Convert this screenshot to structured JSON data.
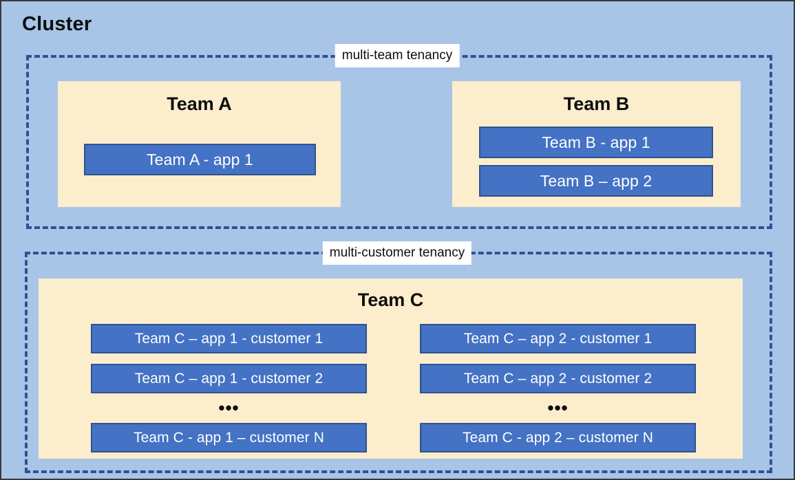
{
  "diagram": {
    "title": "Cluster",
    "background_color": "#a8c5e8",
    "tenancy_border_color": "#2e5290",
    "team_box_color": "#fcedcd",
    "app_box_color": "#4472c4",
    "app_box_border_color": "#2f528f"
  },
  "tenancies": [
    {
      "id": "multi-team",
      "label": "multi-team tenancy",
      "teams": [
        {
          "id": "team-a",
          "name": "Team A",
          "apps": [
            {
              "label": "Team A - app 1"
            }
          ]
        },
        {
          "id": "team-b",
          "name": "Team B",
          "apps": [
            {
              "label": "Team B - app 1"
            },
            {
              "label": "Team B – app 2"
            }
          ]
        }
      ]
    },
    {
      "id": "multi-customer",
      "label": "multi-customer tenancy",
      "teams": [
        {
          "id": "team-c",
          "name": "Team C",
          "columns": [
            {
              "id": "app-1",
              "apps": [
                {
                  "label": "Team C – app 1 - customer 1"
                },
                {
                  "label": "Team C – app 1 - customer 2"
                },
                {
                  "label": "Team C - app 1 – customer N"
                }
              ],
              "ellipsis": "•••"
            },
            {
              "id": "app-2",
              "apps": [
                {
                  "label": "Team C – app 2 - customer 1"
                },
                {
                  "label": "Team C – app 2 - customer 2"
                },
                {
                  "label": "Team C - app 2 – customer N"
                }
              ],
              "ellipsis": "•••"
            }
          ]
        }
      ]
    }
  ]
}
